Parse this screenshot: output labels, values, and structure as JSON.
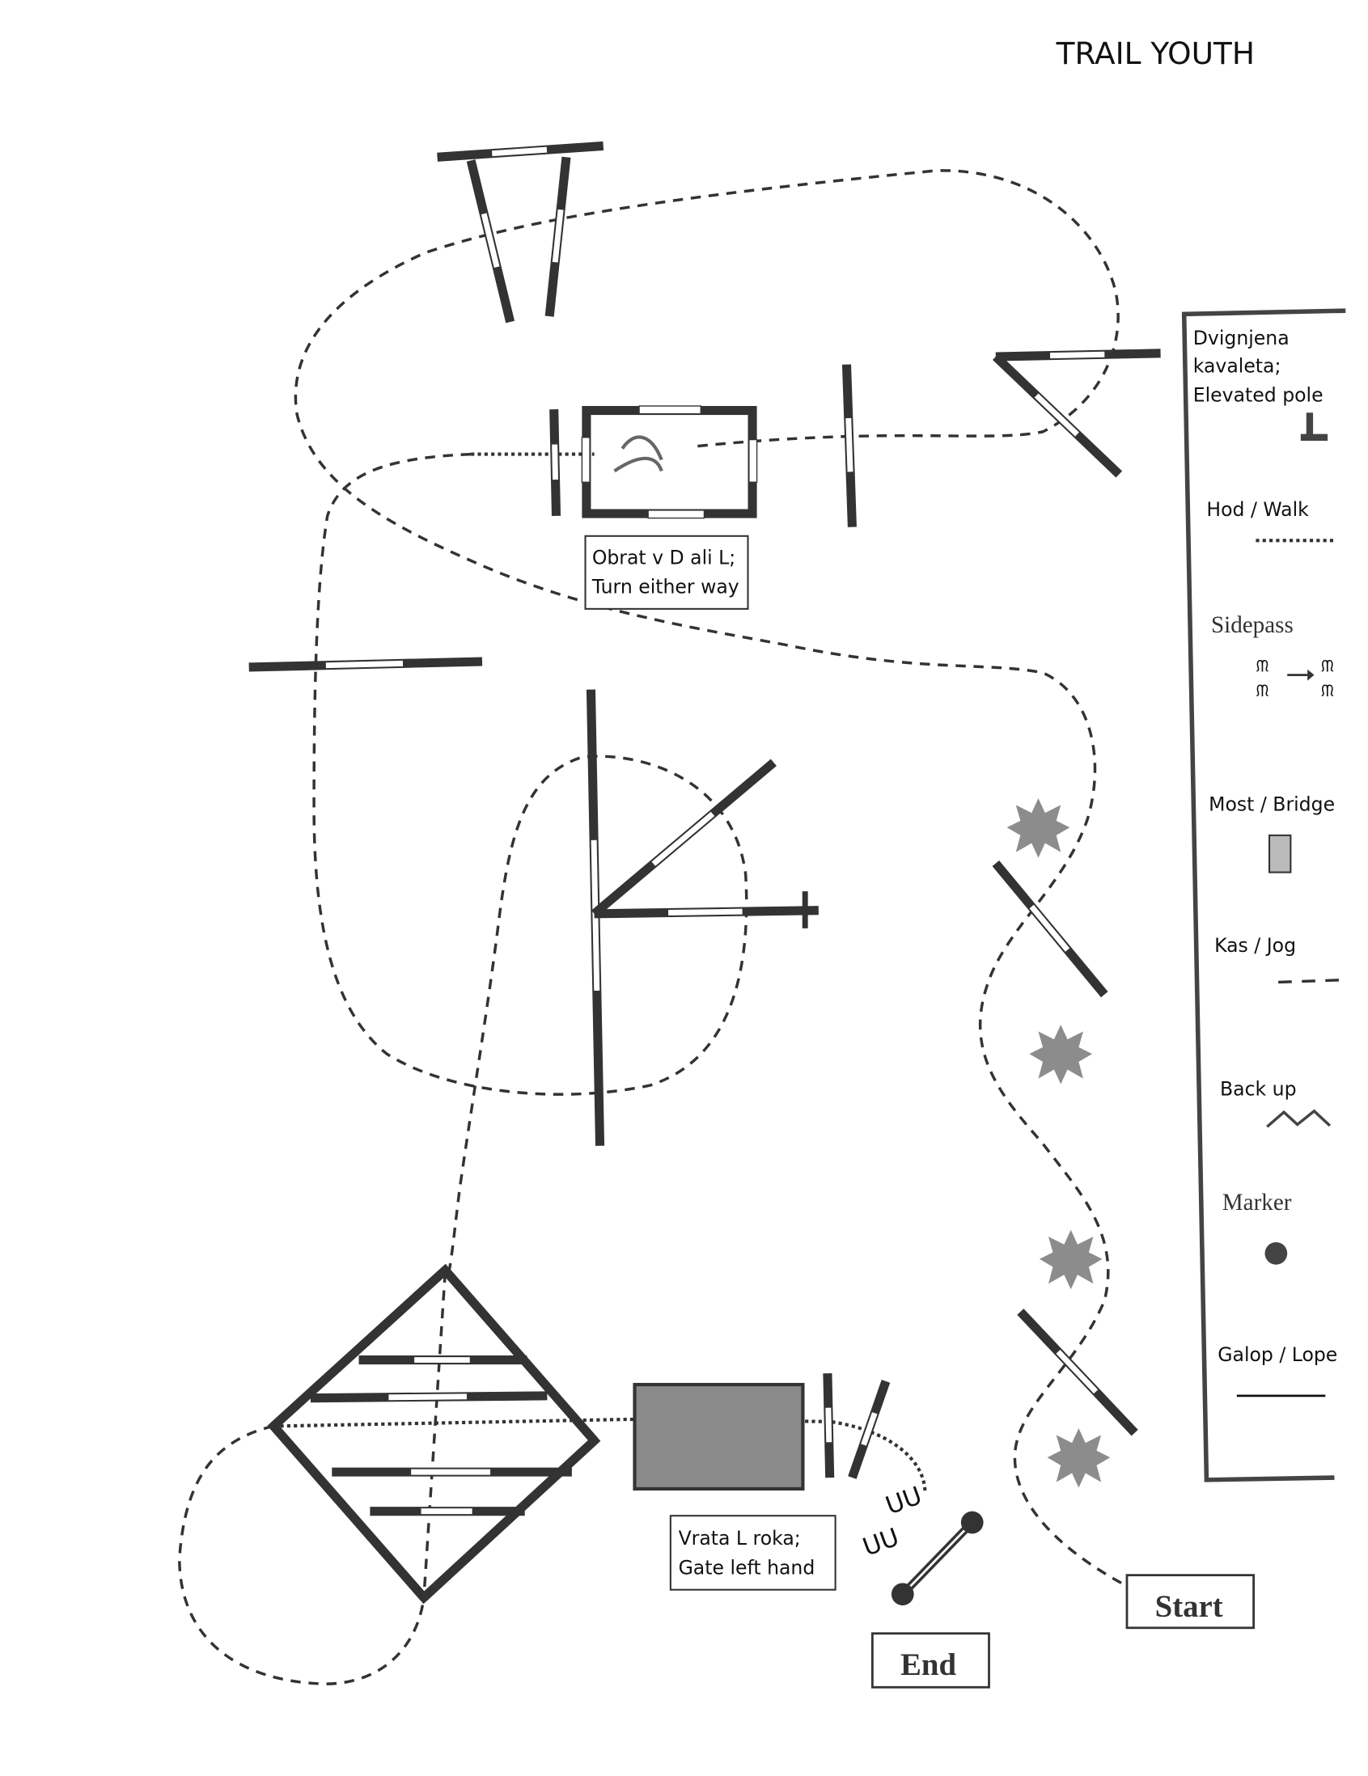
{
  "title": "TRAIL YOUTH",
  "labels": {
    "turn": [
      "Obrat v D ali L;",
      "Turn either way"
    ],
    "gate": [
      "Vrata L roka;",
      "Gate left hand"
    ],
    "start": "Start",
    "end": "End"
  },
  "legend": {
    "elevated_pole": [
      "Dvignjena",
      "kavaleta;",
      "Elevated pole"
    ],
    "walk": "Hod / Walk",
    "sidepass": "Sidepass",
    "bridge": "Most / Bridge",
    "jog": "Kas / Jog",
    "backup": "Back up",
    "marker": "Marker",
    "lope": "Galop / Lope"
  },
  "colors": {
    "pole": "#333333",
    "bridge": "#8a8a8a",
    "tree": "#8c8c8c"
  }
}
